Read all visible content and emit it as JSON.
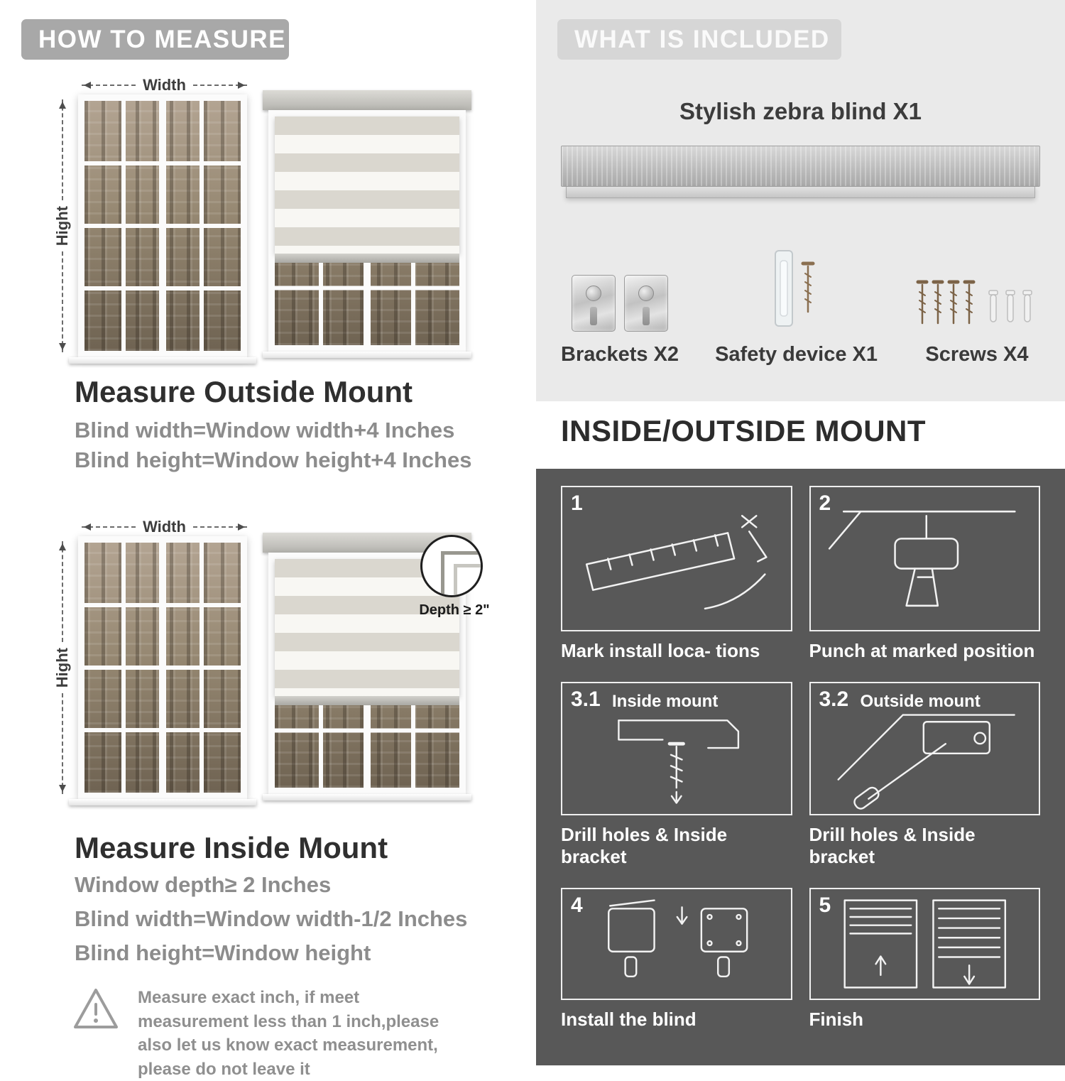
{
  "left": {
    "header": "HOW TO MEASURE",
    "labels": {
      "width": "Width",
      "height": "Hight",
      "depth": "Depth ≥ 2\""
    },
    "outside": {
      "title": "Measure Outside Mount",
      "line1": "Blind width=Window width+4 Inches",
      "line2": "Blind height=Window height+4 Inches"
    },
    "inside": {
      "title": "Measure Inside Mount",
      "line1": "Window depth≥ 2 Inches",
      "line2": "Blind width=Window width-1/2 Inches",
      "line3": "Blind height=Window height"
    },
    "warning": "Measure exact inch, if meet measurement less than 1 inch,please also let us know exact measurement, please do not leave it"
  },
  "right": {
    "included": {
      "header": "WHAT IS INCLUDED",
      "product": "Stylish zebra blind X1",
      "items": [
        {
          "label": "Brackets X2"
        },
        {
          "label": "Safety device X1"
        },
        {
          "label": "Screws X4"
        }
      ]
    },
    "mount": {
      "header": "INSIDE/OUTSIDE MOUNT",
      "steps": [
        {
          "num": "1",
          "caption": "Mark install loca- tions"
        },
        {
          "num": "2",
          "caption": "Punch at  marked position"
        },
        {
          "num": "3.1",
          "label": "Inside mount",
          "caption": "Drill holes &  Inside bracket"
        },
        {
          "num": "3.2",
          "label": "Outside mount",
          "caption": "Drill holes &  Inside bracket"
        },
        {
          "num": "4",
          "caption": "Install the blind"
        },
        {
          "num": "5",
          "caption": "Finish"
        }
      ]
    }
  }
}
